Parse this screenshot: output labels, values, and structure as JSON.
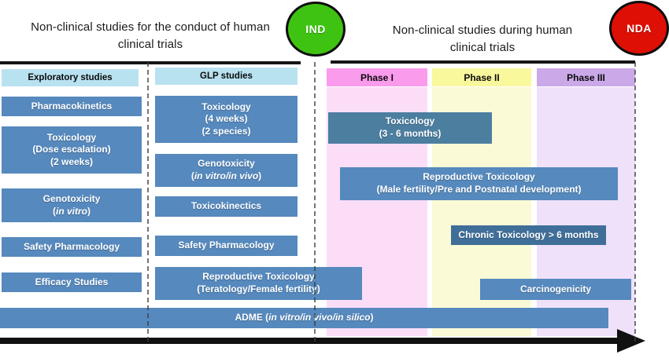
{
  "header": {
    "left_title": "Non-clinical studies for the conduct of human clinical trials",
    "right_title": "Non-clinical studies during human clinical trials",
    "ind_label": "IND",
    "nda_label": "NDA"
  },
  "columns": {
    "exploratory": {
      "label": "Exploratory studies"
    },
    "glp": {
      "label": "GLP studies"
    },
    "phase1": {
      "label": "Phase I"
    },
    "phase2": {
      "label": "Phase II"
    },
    "phase3": {
      "label": "Phase III"
    }
  },
  "bars": {
    "pharmacokinetics": {
      "lines": [
        [
          "Pharmacokinetics"
        ]
      ]
    },
    "toxicology_dose_escalation": {
      "lines": [
        [
          "Toxicology"
        ],
        [
          "(Dose escalation)"
        ],
        [
          "(2 weeks)"
        ]
      ]
    },
    "genotoxicity_in_vitro": {
      "lines": [
        [
          "Genotoxicity"
        ],
        [
          "(",
          {
            "t": "in vitro",
            "i": true
          },
          ")"
        ]
      ]
    },
    "safety_pharmacology_exploratory": {
      "lines": [
        [
          "Safety Pharmacology"
        ]
      ]
    },
    "efficacy_studies": {
      "lines": [
        [
          "Efficacy Studies"
        ]
      ]
    },
    "toxicology_4_weeks": {
      "lines": [
        [
          "Toxicology"
        ],
        [
          "(4 weeks)"
        ],
        [
          "(2 species)"
        ]
      ]
    },
    "genotoxicity_in_vitro_in_vivo": {
      "lines": [
        [
          "Genotoxicity"
        ],
        [
          "(",
          {
            "t": "in vitro/in vivo",
            "i": true
          },
          ")"
        ]
      ]
    },
    "toxicokinectics": {
      "lines": [
        [
          "Toxicokinectics"
        ]
      ]
    },
    "safety_pharmacology_glp": {
      "lines": [
        [
          "Safety Pharmacology"
        ]
      ]
    },
    "reproductive_toxicology_teratology": {
      "lines": [
        [
          "Reproductive Toxicology"
        ],
        [
          "(Teratology/Female fertility)"
        ]
      ]
    },
    "toxicology_3_6_months": {
      "lines": [
        [
          "Toxicology"
        ],
        [
          "(3 - 6 months)"
        ]
      ]
    },
    "reproductive_toxicology_male": {
      "lines": [
        [
          "Reproductive Toxicology"
        ],
        [
          "(Male fertility/Pre and Postnatal development)"
        ]
      ]
    },
    "chronic_toxicology": {
      "lines": [
        [
          "Chronic Toxicology > 6 months"
        ]
      ]
    },
    "carcinogenicity": {
      "lines": [
        [
          "Carcinogenicity"
        ]
      ]
    },
    "adme": {
      "lines": [
        [
          "ADME (",
          {
            "t": "in vitro/in vivo/in silico",
            "i": true
          },
          ")"
        ]
      ]
    }
  },
  "colors": {
    "bar_blue": "#5689BD",
    "bar_teal": "#4C7EA0",
    "bar_dark": "#3F6F99",
    "header_blue": "#B9E2F1",
    "phase1_pink": "#FB9BEC",
    "phase2_yellow": "#F9F89C",
    "phase3_purple": "#CBA9E9",
    "phase1_bg": "#FBDDF8",
    "phase2_bg": "#FBFAD6",
    "phase3_bg": "#EFE1FA",
    "ind_green": "#3FC312",
    "nda_red": "#DE1005"
  }
}
